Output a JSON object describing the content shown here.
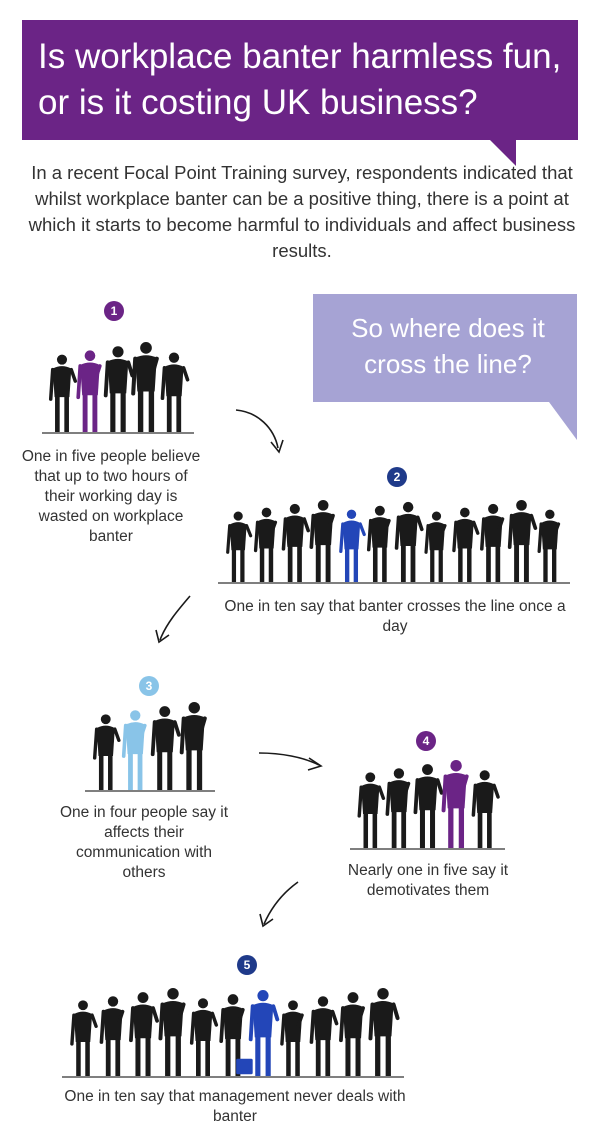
{
  "title": "Is workplace banter harmless fun, or is it costing UK business?",
  "intro": "In a recent Focal Point Training survey, respondents indicated that whilst workplace banter can be a positive thing, there is a point at which it starts to become harmful to individuals and affect business results.",
  "question": "So where does it cross the line?",
  "colors": {
    "purple": "#6b2486",
    "lavender": "#a6a3d4",
    "navy": "#1f3a8a",
    "blue": "#2346b8",
    "light_blue": "#89c4e8",
    "silhouette": "#1a1a1a"
  },
  "stats": [
    {
      "number": "1",
      "color": "#6b2486",
      "caption": "One in five people believe that up to two hours of their working day is wasted on workplace banter"
    },
    {
      "number": "2",
      "color": "#1f3a8a",
      "caption": "One in ten say that banter crosses the line once a day"
    },
    {
      "number": "3",
      "color": "#89c4e8",
      "caption": "One in four people say it affects their communication with others"
    },
    {
      "number": "4",
      "color": "#6b2486",
      "caption": "Nearly one in five say it demotivates them"
    },
    {
      "number": "5",
      "color": "#1f3a8a",
      "caption": "One in ten say that management never deals with banter"
    }
  ]
}
